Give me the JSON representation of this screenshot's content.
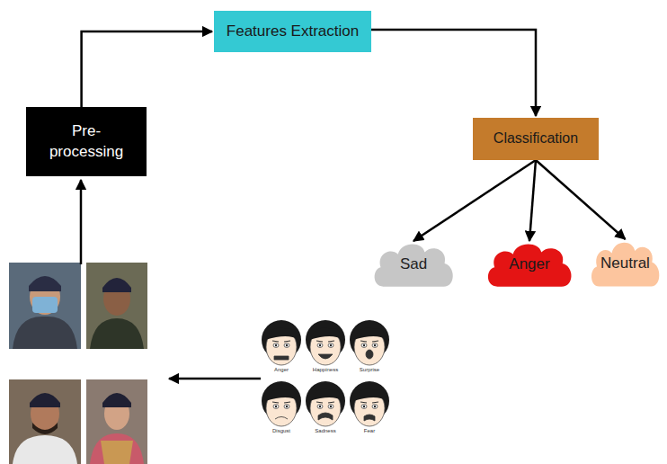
{
  "diagram": {
    "nodes": [
      {
        "text": [
          "Pre- processing"
        ]
      },
      {
        "text": [
          "Features Extraction"
        ]
      },
      {
        "text": [
          "Classification"
        ]
      },
      {
        "text": [
          "Sad"
        ]
      },
      {
        "text": [
          "Anger"
        ]
      },
      {
        "text": [
          "Neutral"
        ]
      }
    ],
    "edges": [
      {
        "from": 0,
        "to": 1,
        "arrow": "to"
      },
      {
        "from": 1,
        "to": 2,
        "arrow": "to"
      },
      {
        "from": 2,
        "to": 3,
        "arrow": "to"
      },
      {
        "from": 2,
        "to": 4,
        "arrow": "to"
      },
      {
        "from": 2,
        "to": 5,
        "arrow": "to"
      }
    ],
    "labels": [
      "Anger",
      "Happiness",
      "Surprise",
      "Disgust",
      "Sadness",
      "Fear"
    ]
  }
}
